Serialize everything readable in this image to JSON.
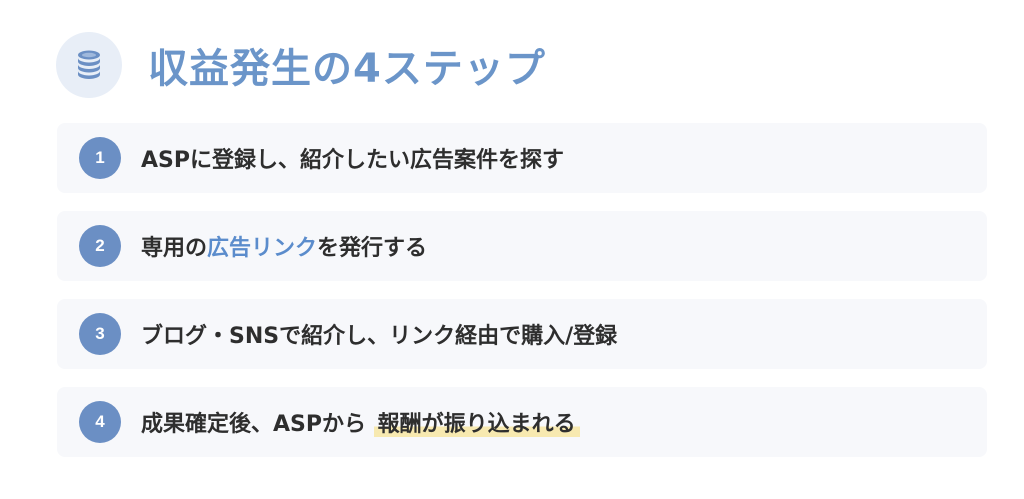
{
  "header": {
    "icon": "coins-icon",
    "title": "収益発生の4ステップ"
  },
  "steps": [
    {
      "number": "1",
      "text": "ASPに登録し、紹介したい広告案件を探す"
    },
    {
      "number": "2",
      "text_before": "専用の",
      "text_highlight": "広告リンク",
      "text_after": "を発行する"
    },
    {
      "number": "3",
      "text": "ブログ・SNSで紹介し、リンク経由で購入/登録"
    },
    {
      "number": "4",
      "text_before": "成果確定後、ASPから",
      "text_highlight": "報酬が振り込まれる"
    }
  ],
  "colors": {
    "accent": "#6b95c9",
    "badge": "#6b8fc4",
    "highlight_text": "#5b8ccc",
    "marker": "#f7e9b0",
    "card_bg": "#f7f8fb"
  }
}
